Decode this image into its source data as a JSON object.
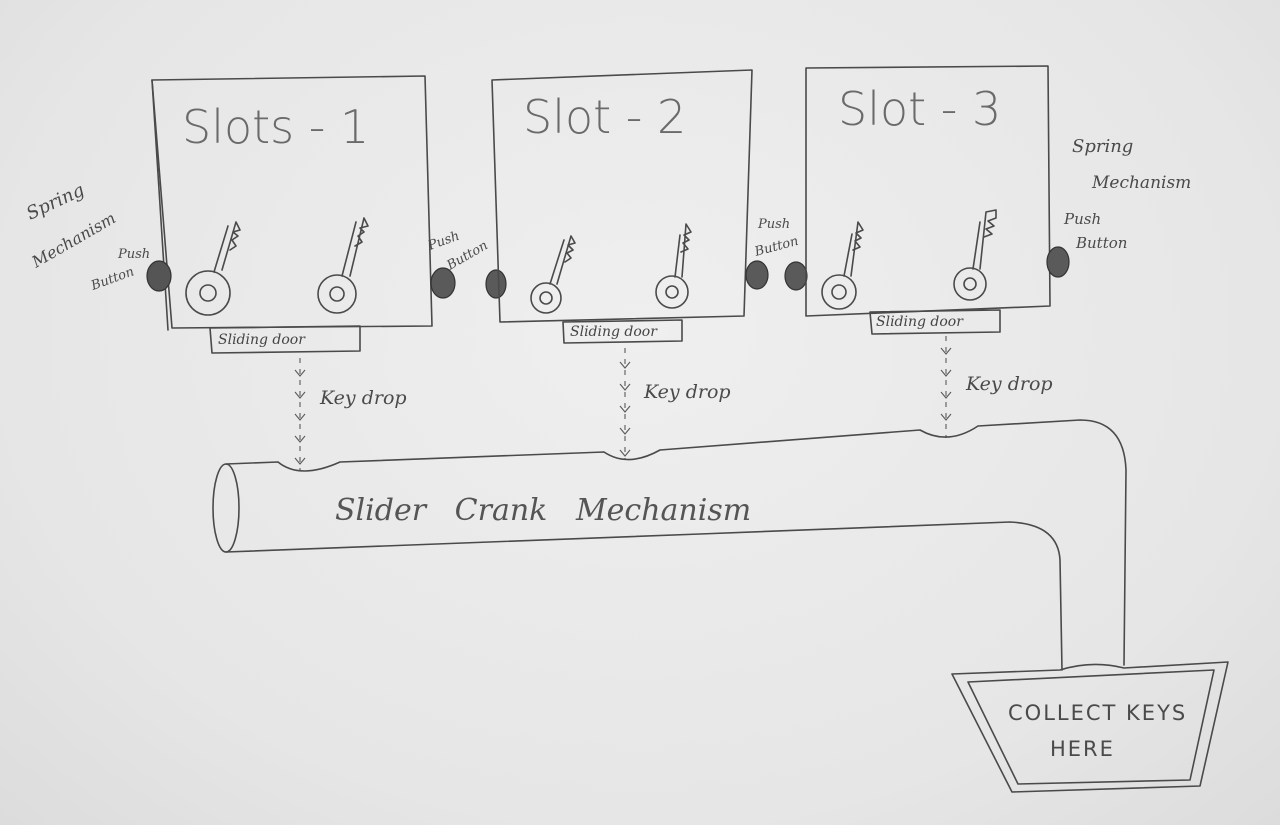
{
  "slots": [
    {
      "title": "Slots - 1",
      "door_label": "Sliding door"
    },
    {
      "title": "Slot - 2",
      "door_label": "Sliding door"
    },
    {
      "title": "Slot - 3",
      "door_label": "Sliding door"
    }
  ],
  "labels": {
    "spring_left_1": "Spring",
    "spring_left_2": "Mechanism",
    "spring_right_1": "Spring",
    "spring_right_2": "Mechanism",
    "push_button_1": "Push",
    "push_button_2": "Button",
    "key_drop": "Key drop",
    "slider_crank": "Slider   Crank   Mechanism",
    "collect_1": "COLLECT KEYS",
    "collect_2": "HERE"
  }
}
